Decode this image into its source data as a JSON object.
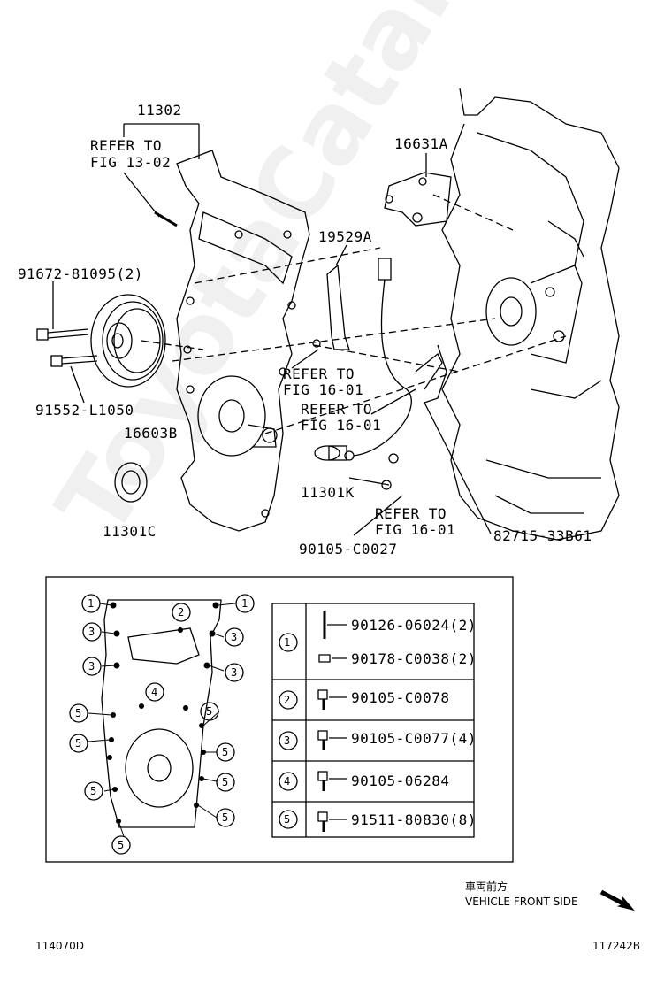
{
  "watermark": "ToyotaCatalog.ru",
  "callouts": {
    "p11302": "11302",
    "refer_1302_a": "REFER TO",
    "refer_1302_b": "FIG 13-02",
    "p16631A": "16631A",
    "p19529A": "19529A",
    "p91672": "91672-81095(2)",
    "p91552": "91552-L1050",
    "p16603B": "16603B",
    "refer_1601_1a": "REFER TO",
    "refer_1601_1b": "FIG 16-01",
    "refer_1601_2a": "REFER TO",
    "refer_1601_2b": "FIG 16-01",
    "p11301K": "11301K",
    "refer_1601_3a": "REFER TO",
    "refer_1601_3b": "FIG 16-01",
    "p90105C0027": "90105-C0027",
    "p82715": "82715-33B61",
    "p11301C": "11301C"
  },
  "legend": {
    "rows": [
      {
        "num": "1",
        "parts": [
          "90126-06024(2)",
          "90178-C0038(2)"
        ]
      },
      {
        "num": "2",
        "parts": [
          "90105-C0078"
        ]
      },
      {
        "num": "3",
        "parts": [
          "90105-C0077(4)"
        ]
      },
      {
        "num": "4",
        "parts": [
          "90105-06284"
        ]
      },
      {
        "num": "5",
        "parts": [
          "91511-80830(8)"
        ]
      }
    ],
    "inset_markers": [
      "1",
      "2",
      "1",
      "3",
      "3",
      "3",
      "3",
      "4",
      "5",
      "5",
      "5",
      "5",
      "5",
      "5",
      "5",
      "5"
    ]
  },
  "direction": {
    "jp": "車両前方",
    "en": "VEHICLE FRONT SIDE"
  },
  "codes": {
    "left": "114070D",
    "right": "117242B"
  }
}
